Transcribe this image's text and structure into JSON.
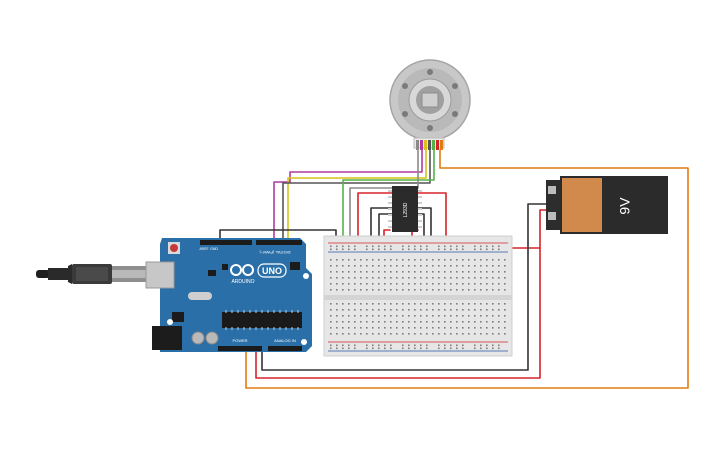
{
  "board": {
    "logo_text": "UNO",
    "brand_text": "ARDUINO",
    "digital_label": "DIGITAL (PWM~)",
    "power_label": "POWER",
    "analog_label": "ANALOG IN",
    "aref_label": "AREF",
    "gnd_label": "GND"
  },
  "driver_ic": {
    "label": "L293D"
  },
  "battery": {
    "label": "9V"
  },
  "colors": {
    "board": "#2a6fa8",
    "wire_orange": "#e07d10",
    "wire_red": "#d6232b",
    "wire_black": "#333333",
    "wire_magenta": "#b13aa0",
    "wire_yellow": "#d7c21a",
    "wire_green": "#55b04a",
    "battery_body": "#d18a4c"
  }
}
